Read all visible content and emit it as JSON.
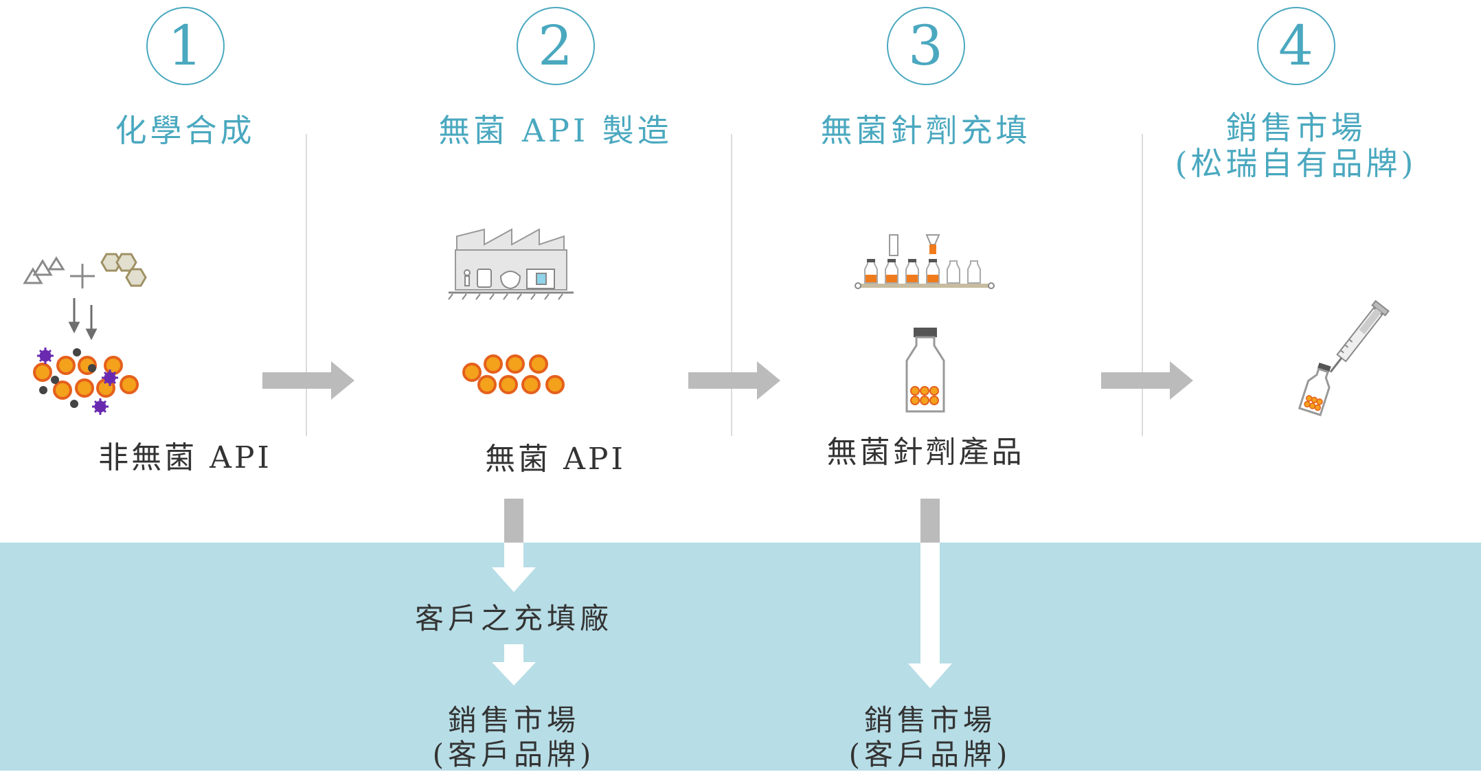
{
  "steps": [
    {
      "number": "1",
      "title": "化學合成",
      "product": "非無菌 API"
    },
    {
      "number": "2",
      "title": "無菌 API 製造",
      "product": "無菌 API"
    },
    {
      "number": "3",
      "title": "無菌針劑充填",
      "product": "無菌針劑產品"
    },
    {
      "number": "4",
      "title_line1": "銷售市場",
      "title_line2": "(松瑞自有品牌)"
    }
  ],
  "customer_path": {
    "filling_plant": "客戶之充填廠",
    "market_a_line1": "銷售市場",
    "market_a_line2": "(客戶品牌)",
    "market_b_line1": "銷售市場",
    "market_b_line2": "(客戶品牌)"
  },
  "colors": {
    "accent": "#4aa8bf",
    "band": "#b7dde6",
    "arrow": "#bbbbbb",
    "orange": "#f4a11c",
    "orange_dark": "#e5601c",
    "impurity": "#6a2ab0",
    "divider": "#dcdcdc"
  },
  "icons": [
    "triangles-icon",
    "hexagons-icon",
    "down-arrows-icon",
    "particle-mixture-icon",
    "factory-icon",
    "sterile-particles-icon",
    "filling-line-icon",
    "vial-icon",
    "syringe-vial-icon",
    "flow-arrow-icon"
  ]
}
